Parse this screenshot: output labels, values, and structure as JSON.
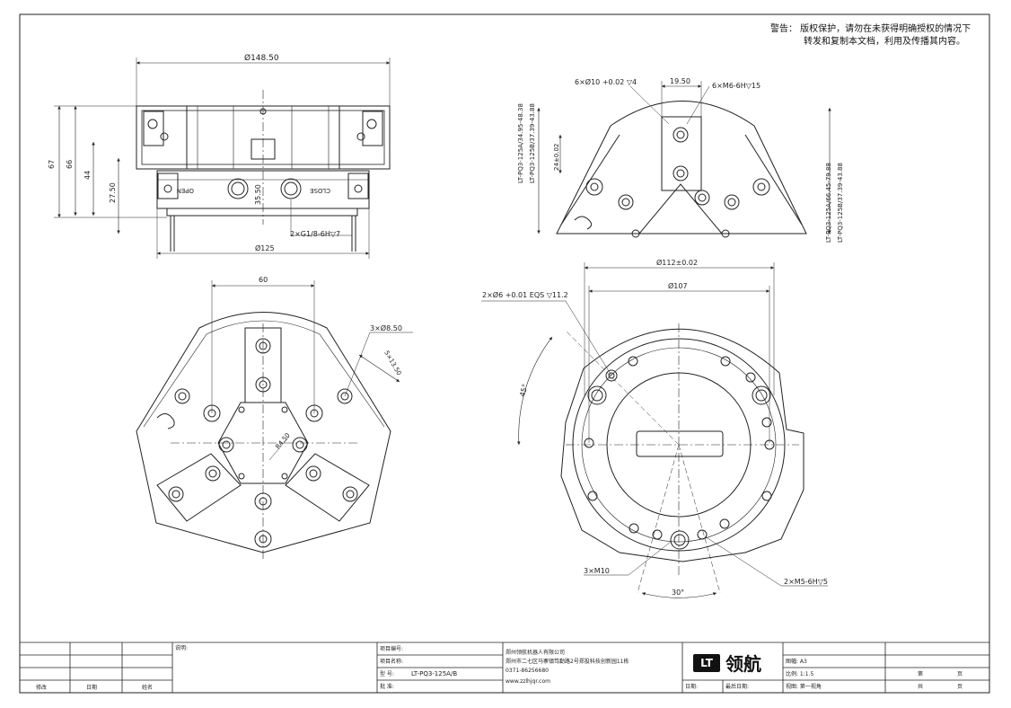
{
  "warning": {
    "line1": "警告：  版权保护，请勿在未获得明确授权的情况下",
    "line2": "转发和复制本文档，利用及传播其内容。"
  },
  "dimensions": {
    "front_width": "Ø148.50",
    "front_h67": "67",
    "front_h66": "66",
    "front_h44": "44",
    "front_h2750": "27.50",
    "front_3550": "35.50",
    "front_port": "2×G1/8-6H▽7",
    "front_d125": "Ø125",
    "port_open": "OPEN",
    "port_close": "CLOSE",
    "side_holes": "6×Ø10 +0.02 ▽4",
    "side_1950": "19.50",
    "side_thread": "6×M6-6H▽15",
    "side_stroke1": "LT-PQ3-125A/34.95-48.38",
    "side_stroke2": "LT-PQ3-125B/37.39-43.88",
    "side_24": "24±0.02",
    "side_stroke3": "LT-PQ3-125A/66.45-79.88",
    "side_stroke4": "LT-PQ3-125B/37.39-43.88",
    "top_60": "60",
    "top_holes": "3×Ø8.50",
    "top_1350": "5×13.50",
    "top_r": "R4.50",
    "bot_d112": "Ø112±0.02",
    "bot_d107": "Ø107",
    "bot_pins": "2×Ø6 +0.01 EQS ▽11.2",
    "bot_45": "45°",
    "bot_m10": "3×M10",
    "bot_30": "30°",
    "bot_m5": "2×M5-6H▽5"
  },
  "title_block": {
    "c_modify": "修改",
    "c_date": "日期",
    "c_name": "姓名",
    "c_notes": "说明:",
    "c_item_no": "项目编号:",
    "c_item_name": "项目名称:",
    "c_model_label": "型    号:",
    "model": "LT-PQ3-125A/B",
    "c_approve": "批    准:",
    "company": "郑州领航机器人有限公司",
    "address": "郑州市二七区马寨镇笃勤路2号郑投科技创新园11栋",
    "phone": "0371-86256680",
    "web": "www.zzlhjqr.com",
    "logo_box": "LT",
    "logo_cn": "领航",
    "c_size": "图幅: A3",
    "c_scale": "比例: 1:1.5",
    "c_view": "视图: 第一视角",
    "c_date2": "日期:",
    "c_lastmod": "最后日期:",
    "c_page": "第",
    "c_page_u": "页",
    "c_total": "共",
    "c_total_u": "页"
  }
}
